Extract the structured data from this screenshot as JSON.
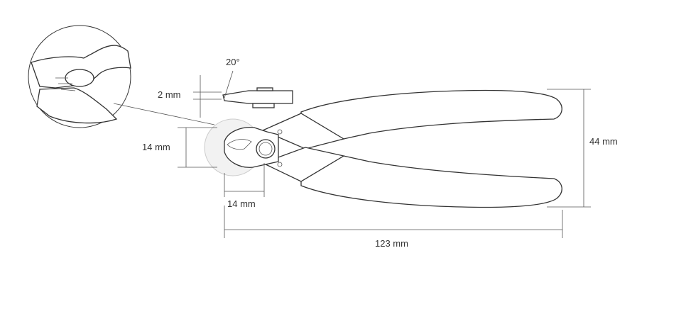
{
  "diagram": {
    "labels": {
      "angle": "20°",
      "tip_thickness": "2 mm",
      "jaw_height": "14 mm",
      "jaw_length": "14 mm",
      "handle_span": "44 mm",
      "overall_length": "123 mm"
    },
    "colors": {
      "stroke": "#333333",
      "background": "#ffffff"
    }
  }
}
